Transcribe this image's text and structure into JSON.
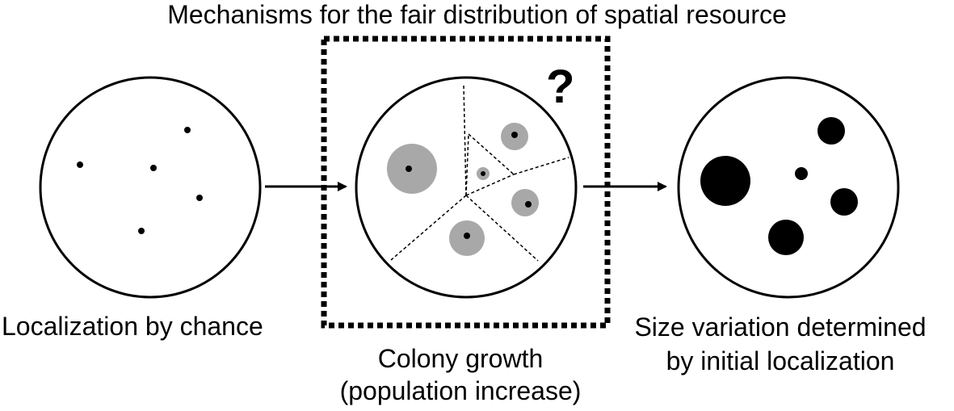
{
  "figure": {
    "title": "Mechanisms for the fair distribution of spatial resource",
    "question_mark": "?",
    "colors": {
      "outline": "#000000",
      "colony_halo": "#a8a8a8",
      "dot": "#000000",
      "background": "#ffffff"
    },
    "panels": [
      {
        "name": "left",
        "caption_lines": [
          "Localization by chance"
        ],
        "state": "randomly localized founder cells (5 dots)"
      },
      {
        "name": "middle",
        "caption_lines": [
          "Colony growth",
          "(population increase)"
        ],
        "state": "growing colonies in dashed territory partitions",
        "highlighted": true
      },
      {
        "name": "right",
        "caption_lines": [
          "Size variation determined",
          "by initial localization"
        ],
        "state": "final colonies of varying size"
      }
    ]
  }
}
